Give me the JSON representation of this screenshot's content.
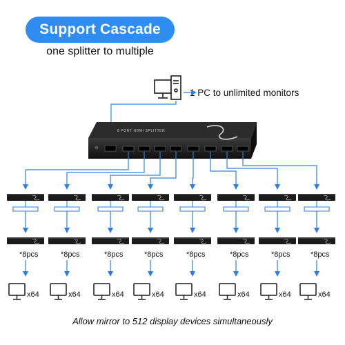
{
  "heading": "Support Cascade",
  "subheading": "one splitter to multiple",
  "pc_label": "1 PC to unlimited monitors",
  "splitter_brand": "8 PORT HDMI SPLITTER",
  "unit_count_label": "*8pcs",
  "monitor_count_label": "x64",
  "footer": "Allow mirror to 512 display devices simultaneously",
  "colors": {
    "accent": "#2f8cf0",
    "arrow": "#2f7fe0",
    "device": "#1b1b1b",
    "icon_stroke": "#1a1a1a"
  },
  "icons": [
    "computer-icon",
    "monitor-icon",
    "splitter-device"
  ]
}
